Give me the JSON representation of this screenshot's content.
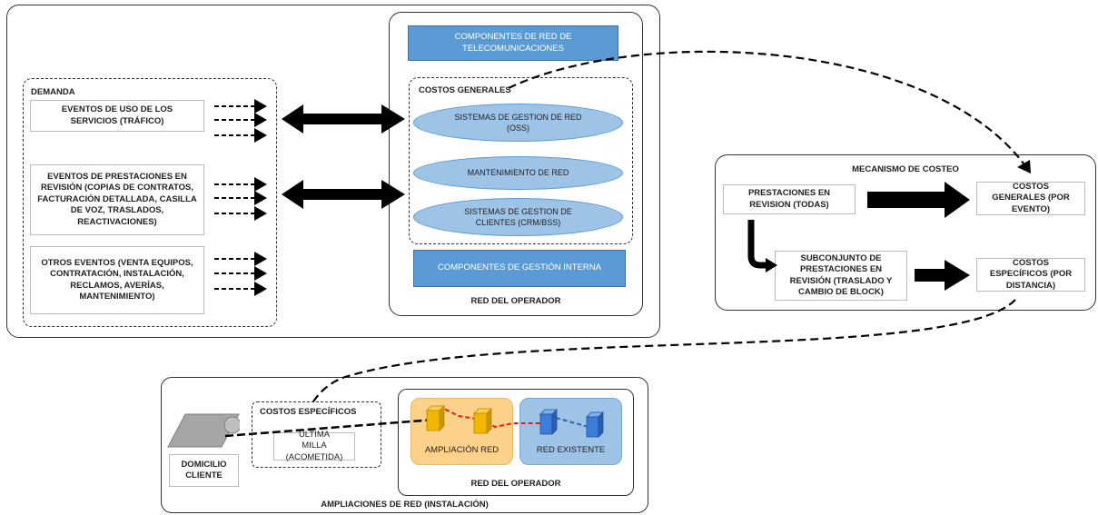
{
  "demanda": {
    "title": "DEMANDA",
    "traffic_box": "EVENTOS DE USO DE LOS SERVICIOS (TRÁFICO)",
    "review_box": "EVENTOS DE PRESTACIONES EN REVISIÓN (COPIAS DE CONTRATOS, FACTURACIÓN DETALLADA, CASILLA DE VOZ, TRASLADOS, REACTIVACIONES)",
    "other_box": "OTROS EVENTOS (VENTA EQUIPOS, CONTRATACIÓN, INSTALACIÓN, RECLAMOS, AVERÍAS, MANTENIMIENTO)"
  },
  "red_operador": {
    "title": "RED DEL OPERADOR",
    "components_top": "COMPONENTES DE RED DE TELECOMUNICACIONES",
    "costos_generales": "COSTOS GENERALES",
    "oss": "SISTEMAS DE GESTION DE RED (OSS)",
    "maintenance": "MANTENIMIENTO DE RED",
    "crm": "SISTEMAS DE GESTION DE CLIENTES (CRM/BSS)",
    "internal": "COMPONENTES DE GESTIÓN INTERNA"
  },
  "mecanismo": {
    "title": "MECANISMO DE COSTEO",
    "prestaciones": "PRESTACIONES EN REVISION (TODAS)",
    "costos_generales": "COSTOS GENERALES (POR EVENTO)",
    "subconjunto": "SUBCONJUNTO DE PRESTACIONES EN REVISIÓN (TRASLADO Y CAMBIO DE BLOCK)",
    "costos_especificos": "COSTOS ESPECÍFICOS (POR DISTANCIA)"
  },
  "ampliaciones": {
    "title": "AMPLIACIONES DE RED (INSTALACIÓN)",
    "domicilio": "DOMICILIO CLIENTE",
    "costos_especificos": "COSTOS ESPECÍFICOS",
    "ultima_milla": "ÚLTIMA MILLA (ACOMETIDA)",
    "ampliacion_red": "AMPLIACIÓN RED",
    "red_existente": "RED EXISTENTE",
    "red_operador": "RED DEL OPERADOR"
  },
  "colors": {
    "blue_box": "#5b9bd5",
    "ellipse": "#9dc3e6",
    "orange_panel": "#fcd18a",
    "cube_orange": "#f2b800",
    "blue_panel": "#9dc3e6",
    "cube_blue": "#3b7dd8",
    "link_red": "#e02020",
    "link_blue": "#3060c0"
  }
}
